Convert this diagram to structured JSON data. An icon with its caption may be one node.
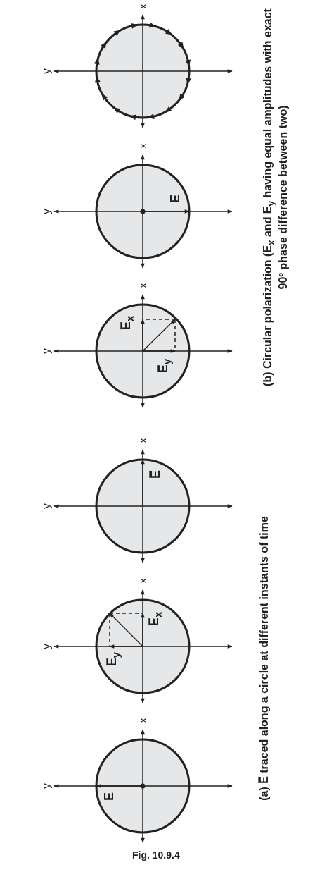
{
  "diagram": {
    "caption": "Fig. 10.9.4",
    "labels": [
      "y",
      "x",
      "E̅",
      "y",
      "x",
      "E̅$_{y}$",
      "E̅$_{x}$",
      "y",
      "x",
      "E̅",
      "y",
      "x",
      "E̅$_{x}$",
      "E̅$_{y}$",
      "y",
      "x",
      "E̅",
      "y",
      "x",
      "(a) E̅ traced along a circle at different instants of time",
      "(b) Circular polarization (E̅$_{x}$ and E̅$_{y}$ having equal amplitudes with exact 90º phase difference between two)"
    ]
  }
}
